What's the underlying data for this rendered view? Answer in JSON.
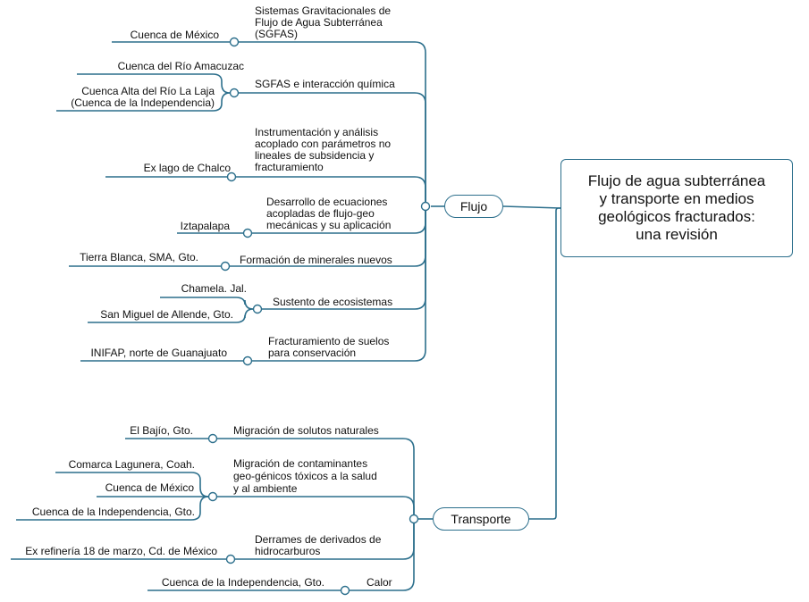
{
  "central": {
    "lines": [
      "Flujo de agua subterránea",
      "y transporte en medios",
      "geológicos fracturados:",
      "una revisión"
    ]
  },
  "colors": {
    "line": "#2c6f8c",
    "text": "#111111"
  },
  "flujo": {
    "label": "Flujo",
    "topics": [
      {
        "lines": [
          "Sistemas Gravitacionales de",
          "Flujo de Agua Subterránea",
          "(SGFAS)"
        ],
        "cases": [
          "Cuenca de México"
        ]
      },
      {
        "lines": [
          "SGFAS e interacción química"
        ],
        "cases": [
          "Cuenca del Río Amacuzac",
          "Cuenca Alta del Río La Laja",
          "(Cuenca de la Independencia)"
        ]
      },
      {
        "lines": [
          "Instrumentación y análisis",
          "acoplado con parámetros no",
          "lineales de subsidencia y",
          "fracturamiento"
        ],
        "cases": [
          "Ex lago de Chalco"
        ]
      },
      {
        "lines": [
          "Desarrollo de ecuaciones",
          "acopladas de flujo-geo",
          "mecánicas y su aplicación"
        ],
        "cases": [
          "Iztapalapa"
        ]
      },
      {
        "lines": [
          "Formación de minerales nuevos"
        ],
        "cases": [
          "Tierra Blanca, SMA, Gto."
        ]
      },
      {
        "lines": [
          "Sustento de ecosistemas"
        ],
        "cases": [
          "Chamela. Jal.",
          "San Miguel de Allende, Gto."
        ]
      },
      {
        "lines": [
          "Fracturamiento de suelos",
          "para conservación"
        ],
        "cases": [
          "INIFAP, norte de Guanajuato"
        ]
      }
    ]
  },
  "transporte": {
    "label": "Transporte",
    "topics": [
      {
        "lines": [
          "Migración de solutos naturales"
        ],
        "cases": [
          "El Bajío, Gto."
        ]
      },
      {
        "lines": [
          "Migración de contaminantes",
          "geo-génicos tóxicos a la salud",
          "y al ambiente"
        ],
        "cases": [
          "Comarca Lagunera, Coah.",
          "Cuenca de México",
          "Cuenca de la Independencia, Gto."
        ]
      },
      {
        "lines": [
          "Derrames de derivados de",
          "hidrocarburos"
        ],
        "cases": [
          "Ex refinería 18 de marzo, Cd. de México"
        ]
      },
      {
        "lines": [
          "Calor"
        ],
        "cases": [
          "Cuenca de la Independencia, Gto."
        ]
      }
    ]
  }
}
